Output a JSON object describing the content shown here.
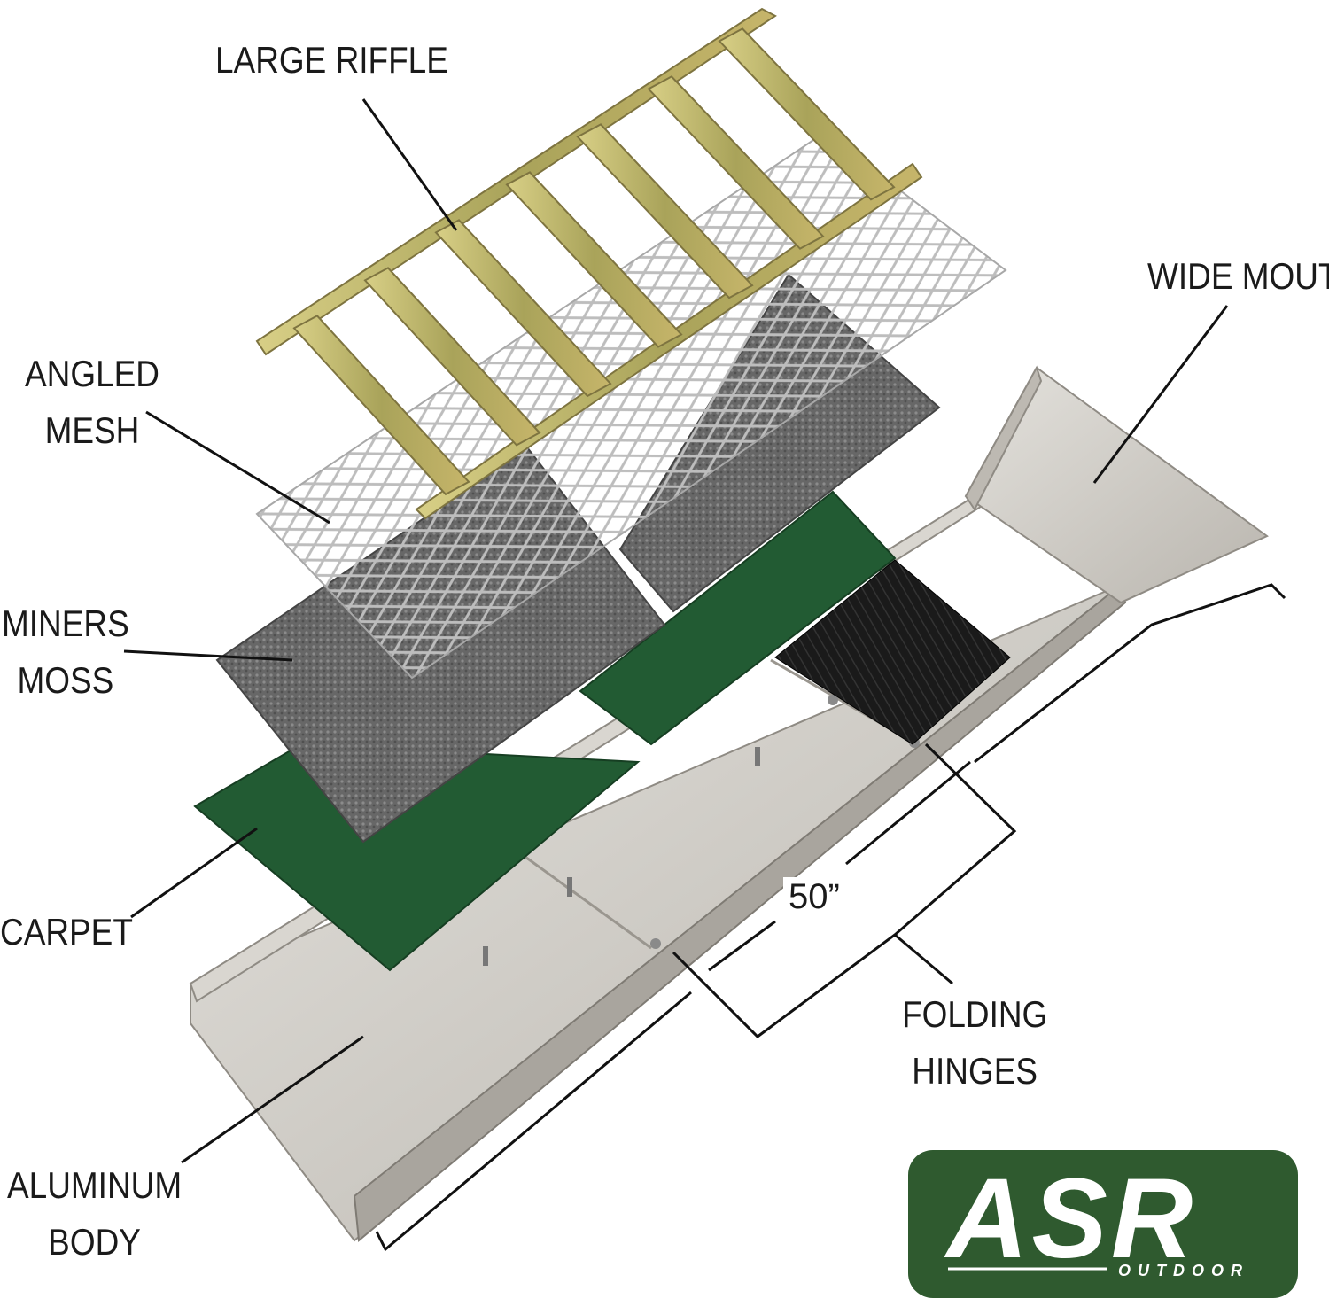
{
  "labels": {
    "large_riffle": "LARGE RIFFLE",
    "wide_mouth": "WIDE MOUTH",
    "angled_mesh": [
      "ANGLED",
      "MESH"
    ],
    "miners_moss": [
      "MINERS",
      "MOSS"
    ],
    "carpet": "CARPET",
    "aluminum_body": [
      "ALUMINUM",
      "BODY"
    ],
    "folding_hinges": [
      "FOLDING",
      "HINGES"
    ],
    "length": "50”"
  },
  "logo": {
    "text": "ASR",
    "subtext": "OUTDOOR",
    "background_color": "#2f5a2f"
  },
  "colors": {
    "aluminum": "#c9c6c0",
    "aluminum_dark": "#a9a59e",
    "carpet": "#1f5a32",
    "moss": "#6f6f6f",
    "riffle": "#b9a85a",
    "rubber_mat": "#1b1b1b"
  }
}
